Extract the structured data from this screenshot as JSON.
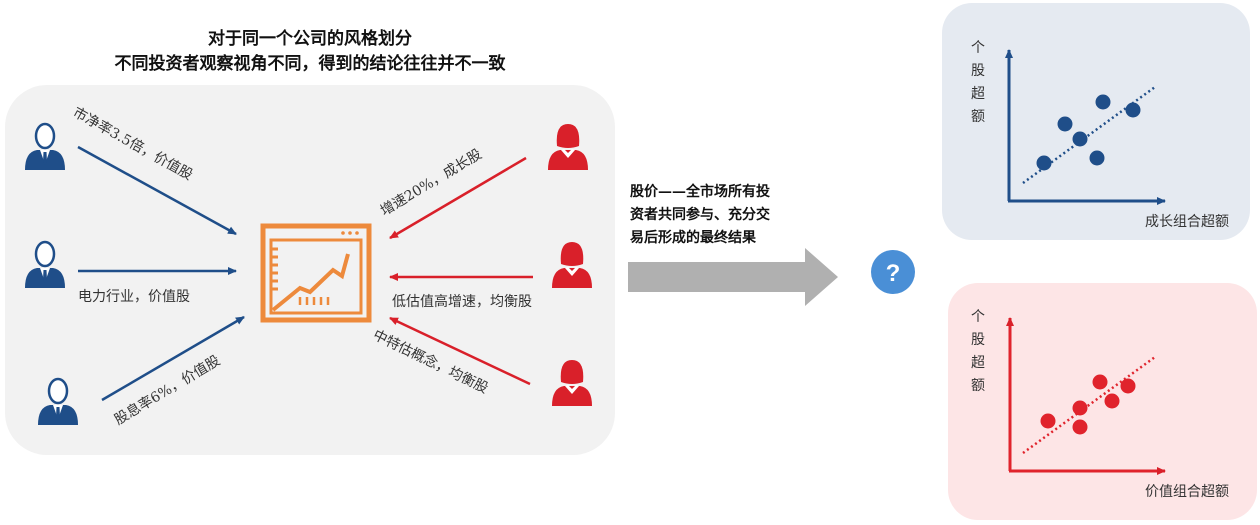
{
  "title": {
    "line1": "对于同一个公司的风格划分",
    "line2": "不同投资者观察视角不同，得到的结论往往并不一致"
  },
  "investors": {
    "left": [
      {
        "label": "市净率3.5倍，价值股"
      },
      {
        "label": "电力行业，价值股"
      },
      {
        "label": "股息率6%，价值股"
      }
    ],
    "right": [
      {
        "label": "增速20%，成长股"
      },
      {
        "label": "低估值高增速，均衡股"
      },
      {
        "label": "中特估概念，均衡股"
      }
    ]
  },
  "price_note": {
    "line1": "股价——全市场所有投",
    "line2": "资者共同参与、充分交",
    "line3": "易后形成的最终结果"
  },
  "question": "?",
  "charts": {
    "growth": {
      "y_label": [
        "个",
        "股",
        "超",
        "额"
      ],
      "x_label": "成长组合超额",
      "color": "#1f4e89"
    },
    "value": {
      "y_label": [
        "个",
        "股",
        "超",
        "额"
      ],
      "x_label": "价值组合超额",
      "color": "#e0232c"
    }
  },
  "colors": {
    "blue": "#1f4e89",
    "red": "#d9202a",
    "orange": "#ed8a3c",
    "gray_arrow": "#b0b0b0",
    "question": "#4a8fd6"
  }
}
